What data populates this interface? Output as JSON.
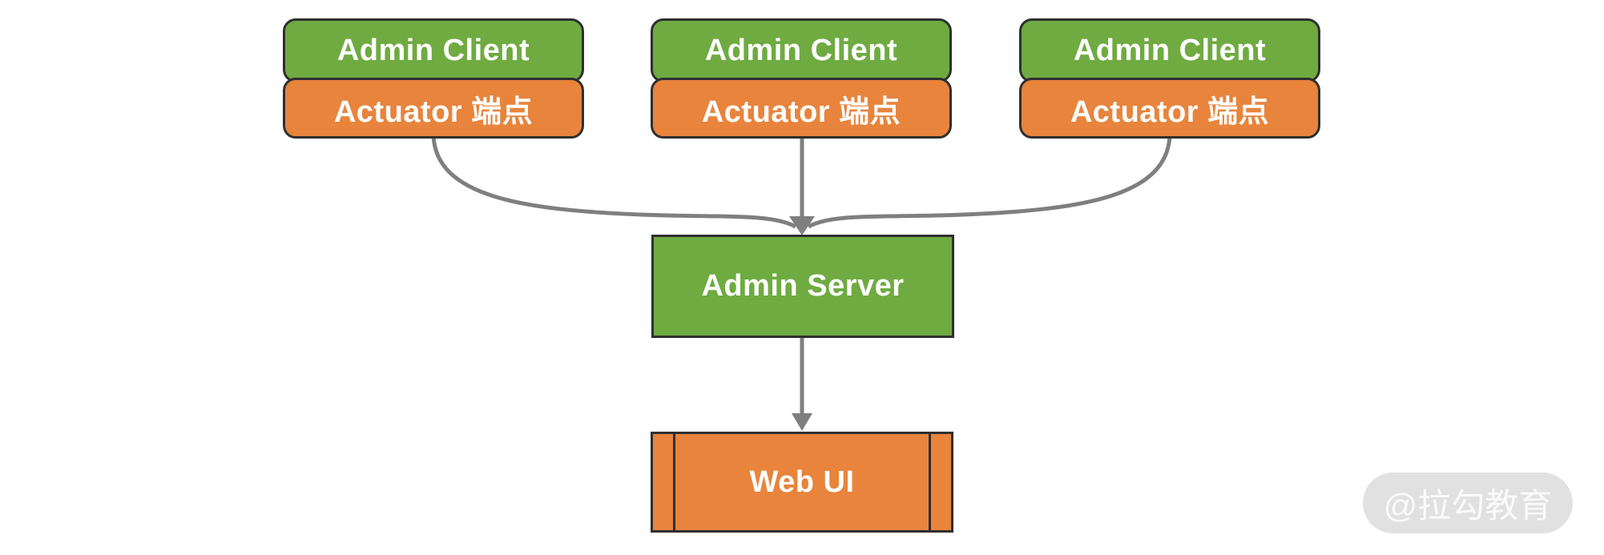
{
  "clients": [
    {
      "title": "Admin Client",
      "subtitle": "Actuator 端点"
    },
    {
      "title": "Admin Client",
      "subtitle": "Actuator 端点"
    },
    {
      "title": "Admin Client",
      "subtitle": "Actuator 端点"
    }
  ],
  "server": {
    "title": "Admin Server"
  },
  "web_ui": {
    "title": "Web UI"
  },
  "watermark": {
    "text": "@拉勾教育"
  },
  "colors": {
    "green": "#6fab41",
    "orange": "#e8843c",
    "box-border": "#2f2f2f",
    "connector": "#7f7f7f",
    "label-text": "#ffffff",
    "watermark-bg": "#dcdcdc",
    "watermark-text": "#fafafa",
    "background": "#ffffff"
  }
}
